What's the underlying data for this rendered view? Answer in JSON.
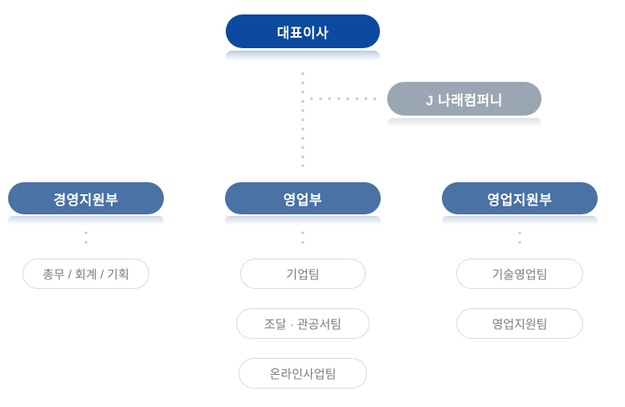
{
  "diagram": {
    "type": "org-chart",
    "title": "organization chart"
  },
  "colors": {
    "ceo_pill": "#0b4a9e",
    "department_pill": "#4a72a5",
    "affiliate_pill": "#9aa7b2",
    "team_pill_border": "#d9d9d9",
    "team_pill_text": "#7d7d7d",
    "connector_dot": "#c9c9c9",
    "background": "#ffffff"
  },
  "org": {
    "ceo": {
      "label": "대표이사"
    },
    "affiliate": {
      "label": "J 나래컴퍼니"
    },
    "departments": [
      {
        "label": "경영지원부",
        "teams": [
          {
            "label": "총무 / 회계 / 기획"
          }
        ]
      },
      {
        "label": "영업부",
        "teams": [
          {
            "label": "기업팀"
          },
          {
            "label": "조달 · 관공서팀"
          },
          {
            "label": "온라인사업팀"
          }
        ]
      },
      {
        "label": "영업지원부",
        "teams": [
          {
            "label": "기술영업팀"
          },
          {
            "label": "영업지원팀"
          }
        ]
      }
    ]
  }
}
